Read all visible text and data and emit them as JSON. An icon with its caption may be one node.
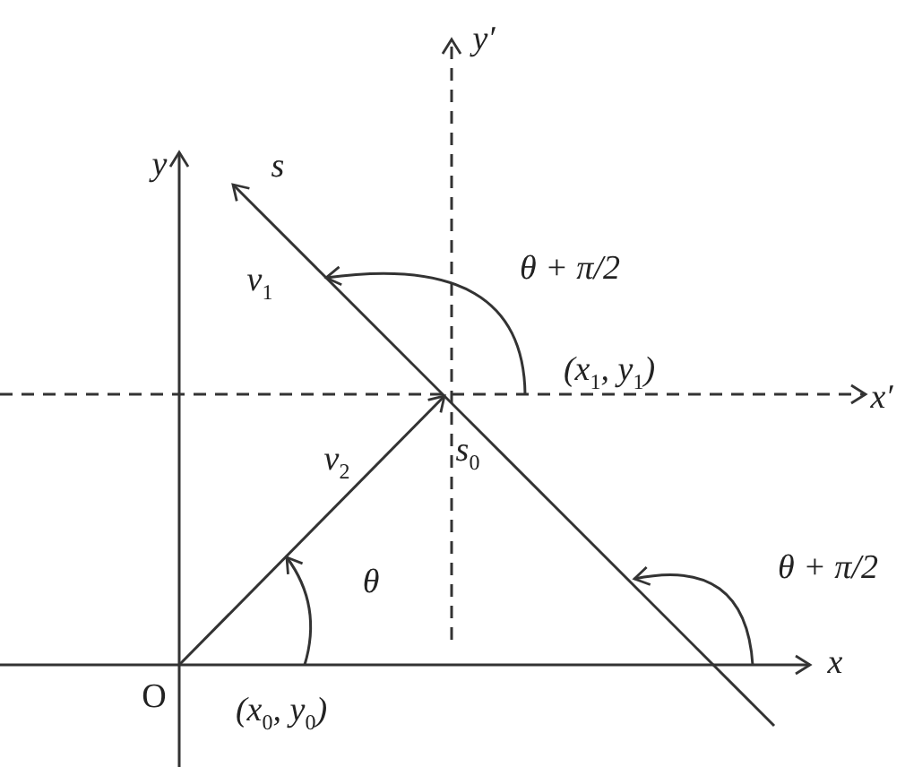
{
  "diagram": {
    "labels": [
      "y′",
      "y",
      "s",
      "θ + π/2",
      "v$_{1}$",
      "(x$_{1}$, y$_{1}$)",
      "x′",
      "v$_{2}$",
      "s$_{0}$",
      "θ",
      "θ + π/2",
      "x",
      "O",
      "(x$_{0}$, y$_{0}$)"
    ]
  }
}
